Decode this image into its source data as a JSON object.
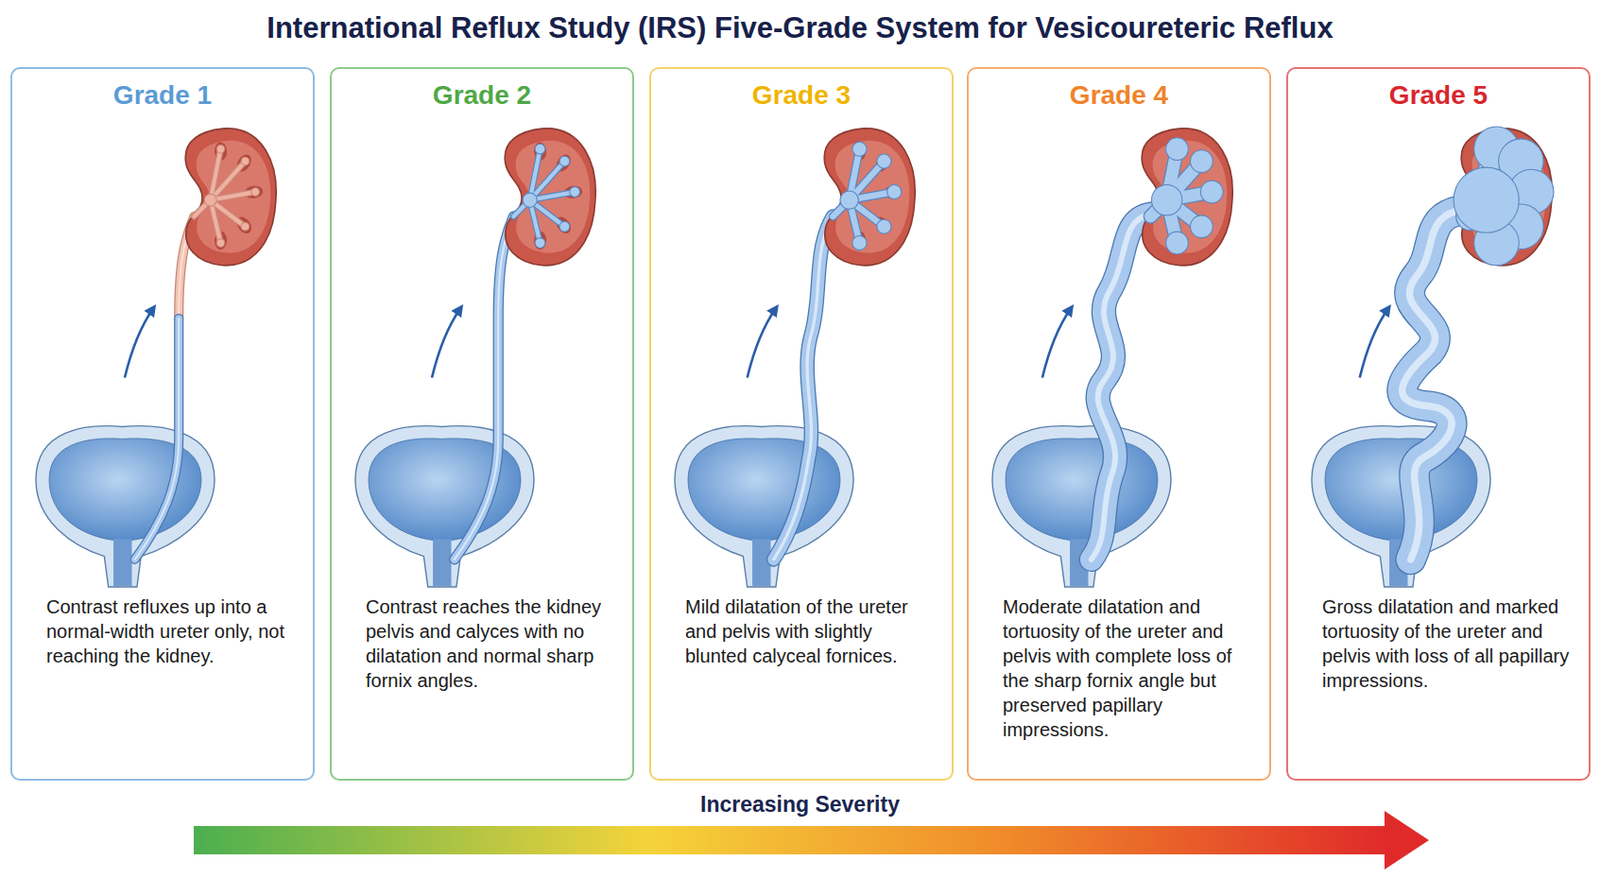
{
  "diagram": {
    "title": "International Reflux Study (IRS) Five-Grade System for Vesicoureteric Reflux",
    "nodes": [
      {
        "text": [
          "Grade 1",
          "Contrast refluxes up into a normal-width ureter only, not reaching the kidney."
        ]
      },
      {
        "text": [
          "Grade 2",
          "Contrast reaches the kidney pelvis and calyces with no dilatation and normal sharp fornix angles."
        ]
      },
      {
        "text": [
          "Grade 3",
          "Mild dilatation of the ureter and pelvis with slightly blunted calyceal fornices."
        ]
      },
      {
        "text": [
          "Grade 4",
          "Moderate dilatation and tortuosity of the ureter and pelvis with complete loss of the sharp fornix angle but preserved papillary impressions."
        ]
      },
      {
        "text": [
          "Grade 5",
          "Gross dilatation and marked tortuosity of the ureter and pelvis with loss of all papillary impressions."
        ]
      }
    ],
    "labels": [
      "Increasing Severity"
    ]
  }
}
